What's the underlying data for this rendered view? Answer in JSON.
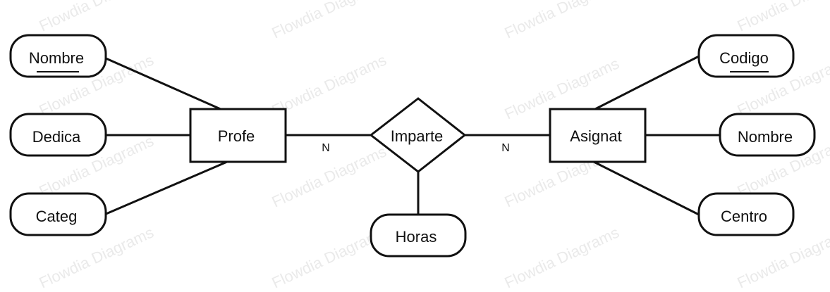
{
  "watermark": "Flowdia Diagrams",
  "entities": {
    "profe": "Profe",
    "asignat": "Asignat"
  },
  "relationship": {
    "name": "Imparte",
    "cardinality_left": "N",
    "cardinality_right": "N"
  },
  "attributes": {
    "profe_nombre": "Nombre",
    "profe_dedica": "Dedica",
    "profe_categ": "Categ",
    "asignat_codigo": "Codigo",
    "asignat_nombre": "Nombre",
    "asignat_centro": "Centro",
    "imparte_horas": "Horas"
  }
}
